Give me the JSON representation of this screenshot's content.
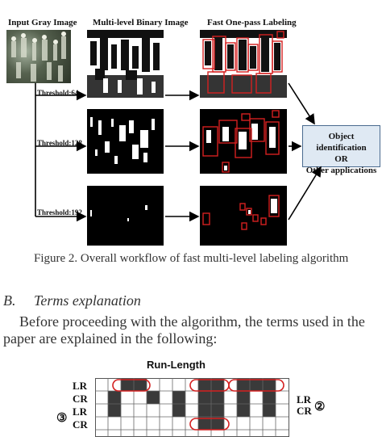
{
  "figure": {
    "col_labels": {
      "input": "Input Gray Image",
      "binary": "Multi-level Binary Image",
      "labeling": "Fast One-pass Labeling"
    },
    "thresholds": [
      "Threshold:64",
      "Threshold:128",
      "Threshold:192"
    ],
    "output_box": {
      "line1": "Object identification",
      "line2": "OR",
      "line3": "Other applications"
    },
    "caption": "Figure 2. Overall workflow of fast multi-level labeling algorithm"
  },
  "section": {
    "number": "B.",
    "title": "Terms explanation"
  },
  "paragraph": {
    "line1": "Before proceeding with the algorithm, the terms used in the",
    "line2": "paper are explained in the following:"
  },
  "runlength_figure": {
    "title": "Run-Length",
    "left_labels": [
      "LR",
      "CR",
      "LR",
      "CR"
    ],
    "right_labels": [
      "LR",
      "CR"
    ],
    "circled_left": "③",
    "circled_right": "②"
  },
  "colors": {
    "box_red": "#d42020",
    "arrow": "#000000",
    "output_fill": "#dfe9f3"
  }
}
